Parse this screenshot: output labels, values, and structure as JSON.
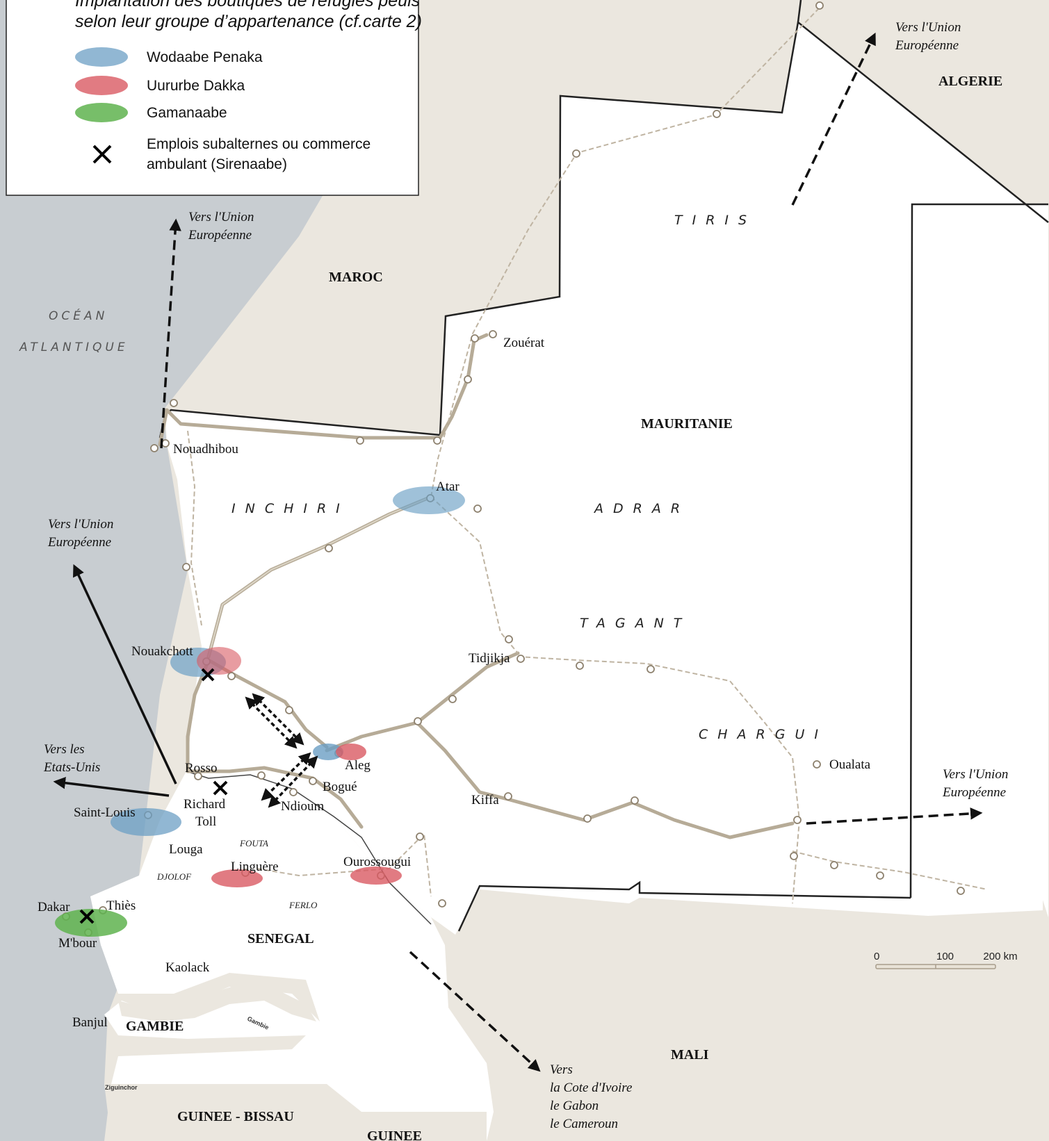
{
  "legend": {
    "title_line1": "Implantation des boutiques de réfugiés peuls",
    "title_line2": "selon leur groupe d’appartenance (cf.carte 2)",
    "items": [
      {
        "label": "Wodaabe Penaka",
        "color": "#6c9fc4"
      },
      {
        "label": "Uururbe Dakka",
        "color": "#d95a63"
      },
      {
        "label": "Gamanaabe",
        "color": "#5fb34f"
      }
    ],
    "cross_line1": "Emplois subalternes ou commerce",
    "cross_line2": "ambulant (Sirenaabe)"
  },
  "countries": {
    "maroc": "MAROC",
    "algerie": "ALGERIE",
    "mauritanie": "MAURITANIE",
    "senegal": "SENEGAL",
    "mali": "MALI",
    "gambie": "GAMBIE",
    "guinee_bissau": "GUINEE - BISSAU",
    "guinee": "GUINEE"
  },
  "ocean": {
    "line1": "OCÉAN",
    "line2": "ATLANTIQUE"
  },
  "regions": {
    "tiris": "TIRIS",
    "inchiri": "INCHIRI",
    "adrar": "ADRAR",
    "tagant": "TAGANT",
    "chargui": "CHARGUI"
  },
  "small_regions": {
    "fouta": "FOUTA",
    "djolof": "DJOLOF",
    "ferlo": "FERLO",
    "ziguinchor": "Ziguinchor",
    "gambia_river": "Gambie"
  },
  "cities": {
    "zouerat": "Zouérat",
    "nouadhibou": "Nouadhibou",
    "atar": "Atar",
    "nouakchott": "Nouakchott",
    "tidjikja": "Tidjikja",
    "aleg": "Aleg",
    "rosso": "Rosso",
    "bogue": "Bogué",
    "richard": "Richard",
    "toll": "Toll",
    "ndioum": "Ndioum",
    "saint_louis": "Saint-Louis",
    "kiffa": "Kiffa",
    "oualata": "Oualata",
    "louga": "Louga",
    "linguere": "Linguère",
    "ourossougui": "Ourossougui",
    "dakar": "Dakar",
    "thies": "Thiès",
    "mbour": "M'bour",
    "kaolack": "Kaolack",
    "banjul": "Banjul"
  },
  "destinations": {
    "eu_line1": "Vers l'Union",
    "eu_line2": "Européenne",
    "us_line1": "Vers les",
    "us_line2": "Etats-Unis",
    "south_line1": "Vers",
    "south_line2": "la Cote d'Ivoire",
    "south_line3": "le Gabon",
    "south_line4": "le Cameroun"
  },
  "scale": {
    "zero": "0",
    "mid": "100",
    "end": "200 km"
  }
}
